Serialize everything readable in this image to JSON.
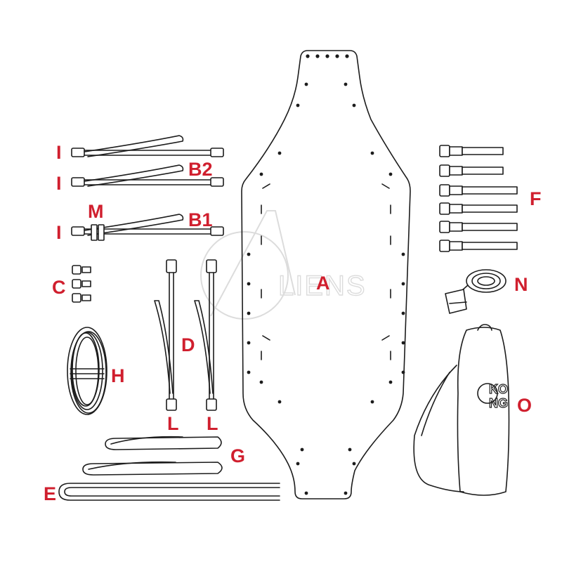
{
  "labels": {
    "A": "A",
    "B1": "B1",
    "B2": "B2",
    "C": "C",
    "D": "D",
    "E": "E",
    "F": "F",
    "G": "G",
    "H": "H",
    "I_top": "I",
    "I_middle": "I",
    "I_bottom": "I",
    "L_left": "L",
    "L_right": "L",
    "M": "M",
    "N": "N",
    "O": "O"
  },
  "watermark": {
    "text": "LIENS"
  },
  "bag_logo": {
    "line1": "KO",
    "line2": "NG"
  },
  "colors": {
    "label": "#d01f2e",
    "line": "#1c1c1c",
    "watermark": "#dcdcdc",
    "background": "#ffffff"
  }
}
